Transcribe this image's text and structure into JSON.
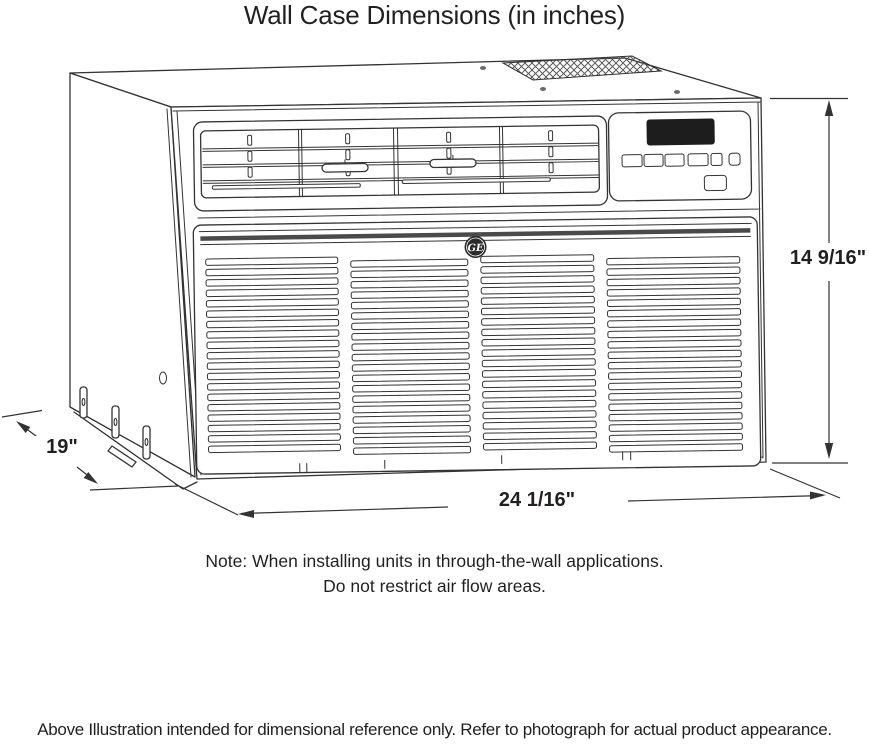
{
  "title": "Wall Case Dimensions (in inches)",
  "diagram": {
    "height_label": "14 9/16\"",
    "width_label": "24 1/16\"",
    "depth_label": "19\"",
    "logo_text": "GE"
  },
  "note": {
    "line1": "Note: When installing units in through-the-wall applications.",
    "line2": "Do not restrict air flow areas."
  },
  "footer": "Above Illustration intended for dimensional reference only. Refer to photograph for actual product appearance."
}
